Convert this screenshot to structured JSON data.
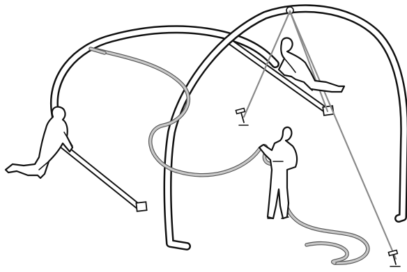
{
  "illustration": {
    "arches": 2,
    "workers": [
      "kneeling-worker",
      "crouching-worker",
      "standing-worker"
    ],
    "ground_stakes": 2,
    "colors": {
      "tube_outline": "#111111",
      "tube_fill": "#ffffff",
      "rope": "#c8c8c8",
      "guy_line": "#8a8a8a",
      "figure_outline": "#111111"
    }
  }
}
